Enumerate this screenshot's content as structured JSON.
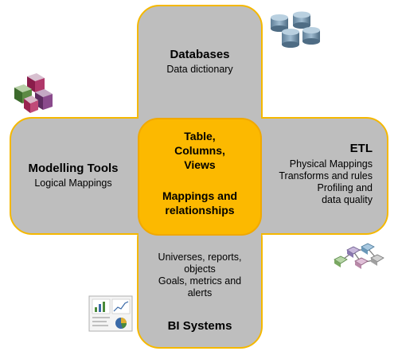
{
  "databases": {
    "title": "Databases",
    "items": [
      "Data dictionary"
    ]
  },
  "modelling": {
    "title": "Modelling Tools",
    "items": [
      "Logical Mappings"
    ]
  },
  "etl": {
    "title": "ETL",
    "items": [
      "Physical Mappings",
      "Transforms and rules",
      "Profiling and",
      "data quality"
    ]
  },
  "bi": {
    "title": "BI Systems",
    "items": [
      "Universes, reports,",
      "objects",
      "Goals, metrics and",
      "alerts"
    ]
  },
  "center": {
    "lines_top": [
      "Table,",
      "Columns,",
      "Views"
    ],
    "lines_bottom": [
      "Mappings and",
      "relationships"
    ]
  },
  "colors": {
    "arm_fill": "#bebebe",
    "border": "#f5b800",
    "center_fill": "#fcb900"
  },
  "icons": [
    "database-cylinders-icon",
    "cubes-icon",
    "network-nodes-icon",
    "report-chart-icon"
  ]
}
